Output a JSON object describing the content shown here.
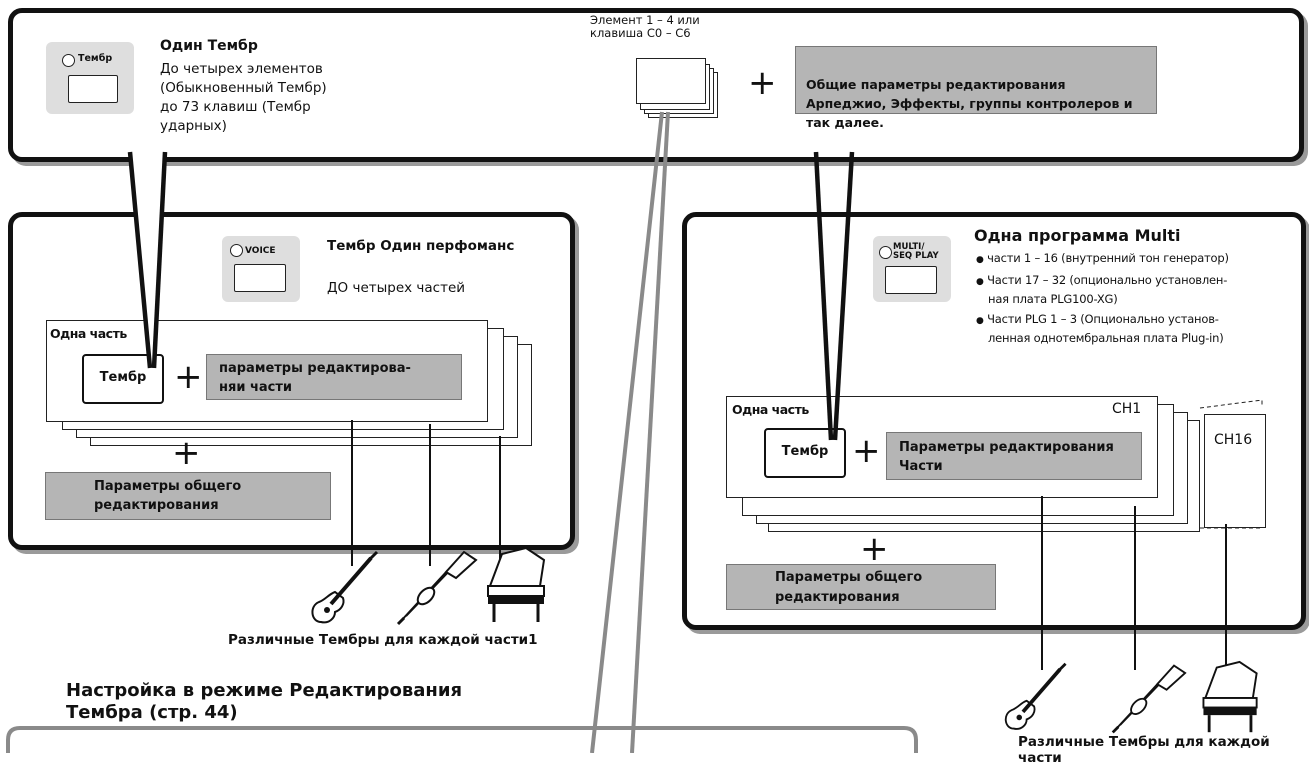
{
  "top": {
    "button_label": "Тембр",
    "title": "Один Тембр",
    "desc_lines": [
      "До четырех элементов",
      "(Обыкновенный Тембр)",
      "до 73 клавиш (Тембр",
      "ударных)"
    ],
    "element_label_1": "Элемент 1 – 4 или",
    "element_label_2": "клавиша C0 – C6",
    "common_params": "Общие параметры редактирования Арпеджио, Эффекты, группы контролеров и так далее."
  },
  "performance": {
    "button_label": "VOICE",
    "title": "Тембр Один перфоманс",
    "subtitle": "ДО четырех частей",
    "part_label": "Одна часть",
    "voice_label": "Тембр",
    "part_params_line1": "параметры редактирова-",
    "part_params_line2": "няи части",
    "common_params_line1": "Параметры общего",
    "common_params_line2": "редактирования",
    "instruments_caption": "Различные Тембры для каждой части1"
  },
  "multi": {
    "button_label_1": "MULTI/",
    "button_label_2": "SEQ PLAY",
    "title": "Одна программа Multi",
    "bullets": [
      [
        "части 1 – 16 (внутренний тон генератор)"
      ],
      [
        "Части 17 – 32 (опционально установлен-",
        "ная плата PLG100-XG)"
      ],
      [
        "Части PLG 1 – 3 (Опционально установ-",
        "ленная однотембральная плата Plug-in)"
      ]
    ],
    "part_label": "Одна часть",
    "ch1": "CH1",
    "ch16": "CH16",
    "voice_label": "Тембр",
    "part_params_line1": "Параметры редактирования",
    "part_params_line2": "Части",
    "common_params_line1": "Параметры общего",
    "common_params_line2": "редактирования",
    "instruments_caption": "Различные Тембры для каждой части"
  },
  "footer": {
    "heading_line1": "Настройка в режиме Редактирования",
    "heading_line2": "Тембра (стр. 44)"
  },
  "icons": [
    "guitar-icon",
    "trumpet-icon",
    "grand-piano-icon"
  ],
  "colors": {
    "gray_box": "#b5b5b5",
    "button_bg": "#dedede",
    "border": "#111111",
    "shadow": "#9a9a9a"
  }
}
